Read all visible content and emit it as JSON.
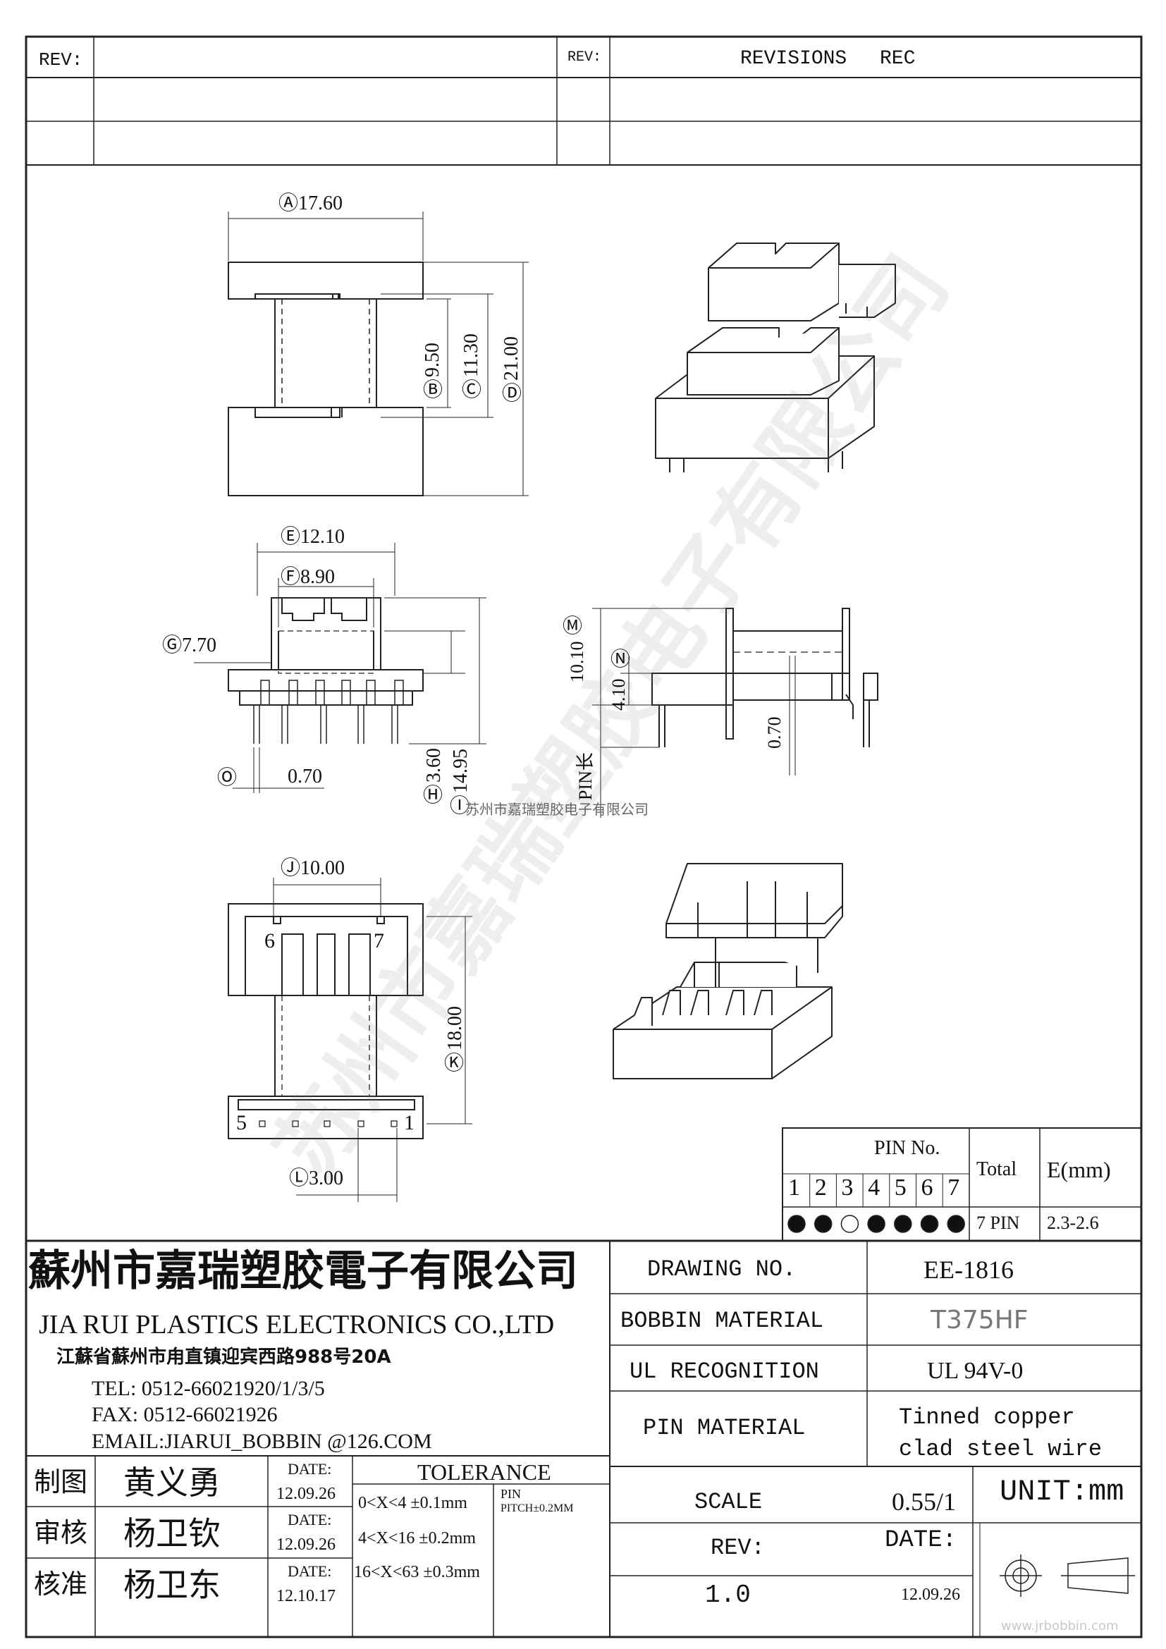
{
  "revision_block": {
    "rev_label_left": "REV:",
    "rev_label_right": "REV:",
    "revisions_header": "REVISIONS",
    "rec_header": "REC"
  },
  "dimensions": {
    "A": "17.60",
    "B": "9.50",
    "C": "11.30",
    "D": "21.00",
    "E": "12.10",
    "F": "8.90",
    "G": "7.70",
    "H": "3.60",
    "I": "14.95",
    "J": "10.00",
    "K": "18.00",
    "L": "3.00",
    "M": "10.10",
    "N": "4.10",
    "O": "",
    "P": "0.70",
    "Q": "0.70"
  },
  "pin_length_label": "PIN长",
  "inline_company_text": "苏州市嘉瑞塑胶电子有限公司",
  "pin_numbers_on_drawing": {
    "p6": "6",
    "p7": "7",
    "p5": "5",
    "p1": "1"
  },
  "pin_table": {
    "header_pin_no": "PIN No.",
    "header_total": "Total",
    "header_e": "E(mm)",
    "pins": [
      "1",
      "2",
      "3",
      "4",
      "5",
      "6",
      "7"
    ],
    "filled": [
      true,
      true,
      false,
      true,
      true,
      true,
      true
    ],
    "total": "7 PIN",
    "e_value": "2.3-2.6"
  },
  "company": {
    "name_cn": "蘇州市嘉瑞塑胶電子有限公司",
    "name_en": "JIA RUI PLASTICS ELECTRONICS CO.,LTD",
    "address": "江蘇省蘇州市甪直镇迎宾西路988号20A",
    "tel": "TEL: 0512-66021920/1/3/5",
    "fax": "FAX: 0512-66021926",
    "email": "EMAIL:JIARUI_BOBBIN @126.COM"
  },
  "spec": {
    "drawing_no_label": "DRAWING  NO.",
    "drawing_no": "EE-1816",
    "bobbin_material_label": "BOBBIN  MATERIAL",
    "bobbin_material": "T375HF",
    "ul_label": "UL RECOGNITION",
    "ul_value": "UL 94V-0",
    "pin_material_label": "PIN MATERIAL",
    "pin_material_line1": "Tinned copper",
    "pin_material_line2": "clad steel wire",
    "scale_label": "SCALE",
    "scale_value": "0.55/1",
    "unit": "UNIT:mm",
    "rev_label": "REV:",
    "rev_value": "1.0",
    "date_label": "DATE:",
    "date_value": "12.09.26"
  },
  "signoff": [
    {
      "role": "制图",
      "name": "黄义勇",
      "date_label": "DATE:",
      "date": "12.09.26"
    },
    {
      "role": "审核",
      "name": "杨卫钦",
      "date_label": "DATE:",
      "date": "12.09.26"
    },
    {
      "role": "核准",
      "name": "杨卫东",
      "date_label": "DATE:",
      "date": "12.10.17"
    }
  ],
  "tolerance": {
    "header": "TOLERANCE",
    "rows": [
      "0<X<4  ±0.1mm",
      "4<X<16 ±0.2mm",
      "16<X<63 ±0.3mm"
    ],
    "pin_label": "PIN",
    "pin_pitch": "PITCH±0.2MM"
  },
  "footer_watermark": "www.jrbobbin.com"
}
